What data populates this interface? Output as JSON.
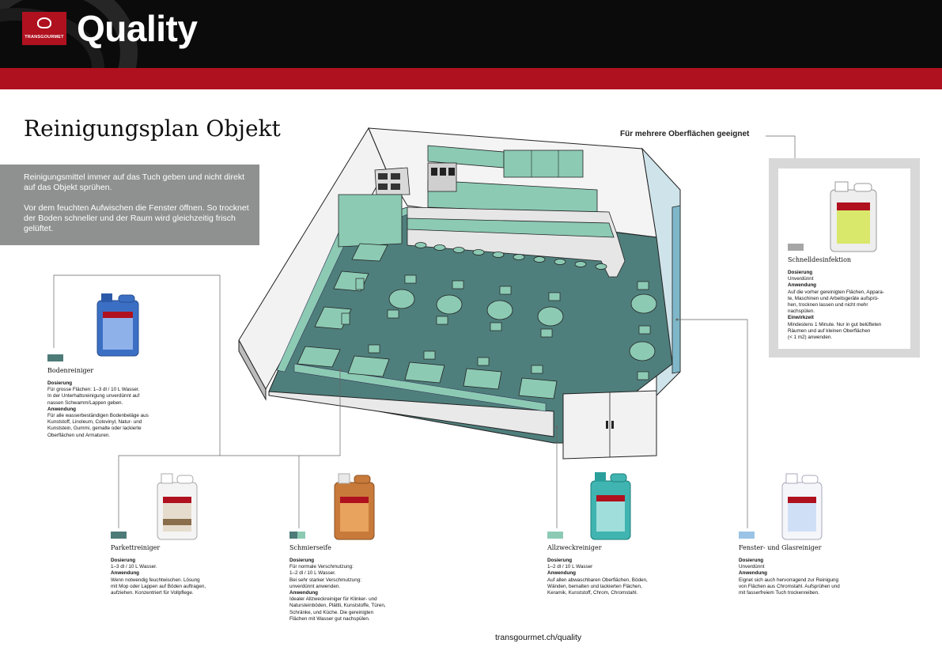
{
  "header": {
    "logo_text": "TRANSGOURMET",
    "brand": "Quality"
  },
  "page_title": "Reinigungsplan Objekt",
  "info": {
    "paragraph1": "Reinigungsmittel immer auf das Tuch geben und nicht direkt auf das Objekt sprühen.",
    "paragraph2": "Vor dem feuchten Aufwischen die Fenster öffnen. So trocknet der Boden schneller und der Raum wird gleichzeitig frisch gelüftet."
  },
  "multi_surface_label": "Für mehrere Oberflächen geeignet",
  "footer_url": "transgourmet.ch/quality",
  "colors": {
    "brand_red": "#b0111f",
    "header_black": "#0b0b0b",
    "floor_teal": "#4f7f7c",
    "furniture_mint": "#8ccab4",
    "swatch_bodenreiniger": "#4d7b78",
    "swatch_parkett": "#4d7b78",
    "swatch_schmier_a": "#4d7b78",
    "swatch_schmier_b": "#8ccab4",
    "swatch_allzweck": "#8ccab4",
    "swatch_fenster": "#9bc3e6",
    "swatch_disinf": "#a6a6a6"
  },
  "products": {
    "bodenreiniger": {
      "name": "Bodenreiniger",
      "lines": [
        {
          "text": "Dosierung",
          "bold": true
        },
        {
          "text": "Für grosse Flächen: 1–3 dl / 10 L Wasser.",
          "bold": false
        },
        {
          "text": "In der Unterhaltsreinigung unverdünnt auf",
          "bold": false
        },
        {
          "text": "nassen Schwamm/Lappen geben.",
          "bold": false
        },
        {
          "text": "Anwendung",
          "bold": true
        },
        {
          "text": "Für alle wasserbeständigen Bodenbeläge aus",
          "bold": false
        },
        {
          "text": "Kunststoff, Linoleum, Colovinyl, Natur- und",
          "bold": false
        },
        {
          "text": "Kunststein, Gummi, gemalte oder lackierte",
          "bold": false
        },
        {
          "text": "Oberflächen und Armaturen.",
          "bold": false
        }
      ]
    },
    "parkett": {
      "name": "Parkettreiniger",
      "lines": [
        {
          "text": "Dosierung",
          "bold": true
        },
        {
          "text": "1–3 dl / 10 L Wasser.",
          "bold": false
        },
        {
          "text": "Anwendung",
          "bold": true
        },
        {
          "text": "Wenn notwendig feuchtwischen. Lösung",
          "bold": false
        },
        {
          "text": "mit Mop oder Lappen auf Böden auftragen,",
          "bold": false
        },
        {
          "text": "aufziehen. Konzentriert für Vollpflege.",
          "bold": false
        }
      ]
    },
    "schmierseife": {
      "name": "Schmierseife",
      "lines": [
        {
          "text": "Dosierung",
          "bold": true
        },
        {
          "text": "Für normale Verschmutzung:",
          "bold": false
        },
        {
          "text": "1–2 dl / 10 L Wasser.",
          "bold": false
        },
        {
          "text": "Bei sehr starker Verschmutzung:",
          "bold": false
        },
        {
          "text": "unverdünnt anwenden.",
          "bold": false
        },
        {
          "text": "Anwendung",
          "bold": true
        },
        {
          "text": "Idealer Allzweckreiniger für Klinker- und",
          "bold": false
        },
        {
          "text": "Natursteinböden, Plättli, Kunststoffe, Türen,",
          "bold": false
        },
        {
          "text": "Schränke, und Küche. Die gereinigten",
          "bold": false
        },
        {
          "text": "Flächen mit Wasser gut nachspülen.",
          "bold": false
        }
      ]
    },
    "allzweck": {
      "name": "Allzweckreiniger",
      "lines": [
        {
          "text": "Dosierung",
          "bold": true
        },
        {
          "text": "1–2 dl / 10 L Wasser",
          "bold": false
        },
        {
          "text": "Anwendung",
          "bold": true
        },
        {
          "text": "Auf allen abwaschbaren Oberflächen, Böden,",
          "bold": false
        },
        {
          "text": "Wänden, bemalten und lackierten Flächen,",
          "bold": false
        },
        {
          "text": "Keramik, Kunststoff, Chrom, Chromstahl.",
          "bold": false
        }
      ]
    },
    "fenster": {
      "name": "Fenster- und Glasreiniger",
      "lines": [
        {
          "text": "Dosierung",
          "bold": true
        },
        {
          "text": "Unverdünnt",
          "bold": false
        },
        {
          "text": "Anwendung",
          "bold": true
        },
        {
          "text": "Eignet sich auch hervorragend zur Reinigung",
          "bold": false
        },
        {
          "text": "von Flächen aus Chromstahl. Aufsprühen und",
          "bold": false
        },
        {
          "text": "mit fasserfreiem Tuch trockenreiben.",
          "bold": false
        }
      ]
    },
    "schnelldesinfektion": {
      "name": "Schnelldesinfektion",
      "lines": [
        {
          "text": "Dosierung",
          "bold": true
        },
        {
          "text": "Unverdünnt",
          "bold": false
        },
        {
          "text": "Anwendung",
          "bold": true
        },
        {
          "text": "Auf die vorher gereinigten Flächen, Appara-",
          "bold": false
        },
        {
          "text": "te, Maschinen und Arbeitsgeräte aufsprü-",
          "bold": false
        },
        {
          "text": "hen, trocknen lassen und nicht mehr",
          "bold": false
        },
        {
          "text": "nachspülen.",
          "bold": false
        },
        {
          "text": "Einwirkzeit",
          "bold": true
        },
        {
          "text": "Mindestens 1 Minute. Nur in gut belüfteten",
          "bold": false
        },
        {
          "text": "Räumen und auf kleinen Oberflächen",
          "bold": false
        },
        {
          "text": "(< 1 m2) anwenden.",
          "bold": false
        }
      ]
    }
  },
  "icons": [
    "transgourmet-logo-icon",
    "canister-icon",
    "floor-plan-illustration"
  ]
}
